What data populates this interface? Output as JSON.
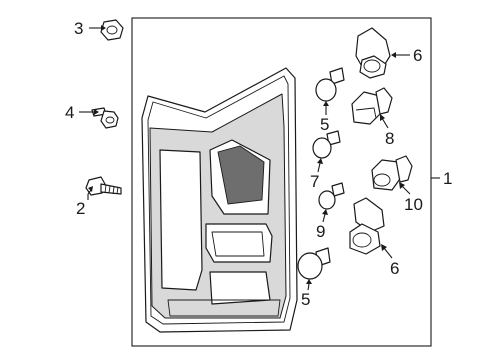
{
  "callouts": {
    "c1": "1",
    "c2": "2",
    "c3": "3",
    "c4": "4",
    "c5_top": "5",
    "c5_bottom": "5",
    "c6_top": "6",
    "c6_bottom": "6",
    "c7": "7",
    "c8": "8",
    "c9": "9",
    "c10": "10"
  },
  "icons": {
    "housing": "tail-lamp-housing-icon",
    "nut": "push-nut-icon",
    "bolt": "bolt-icon",
    "screw": "screw-icon",
    "bulb": "bulb-icon",
    "socket": "socket-icon"
  },
  "colors": {
    "line": "#1a1a1a",
    "shade": "#d9d9d9",
    "background": "#ffffff"
  }
}
